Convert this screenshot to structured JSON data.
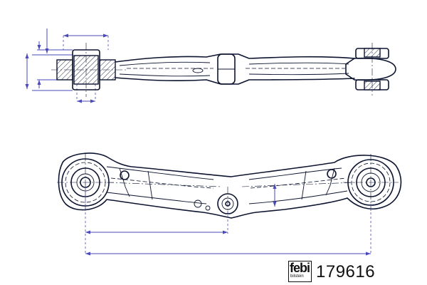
{
  "brand": {
    "logo_text": "febi",
    "logo_subtext": "bilstein"
  },
  "part_number": "179616"
}
